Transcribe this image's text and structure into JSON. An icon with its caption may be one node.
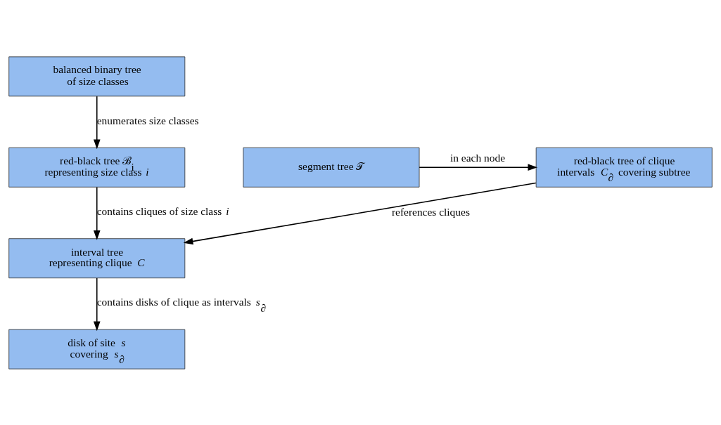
{
  "diagram": {
    "nodes": [
      {
        "text": [
          "balanced binary tree of size classes"
        ]
      },
      {
        "text": [
          "red-black tree ℬ$_{i}$ representing size class *i*"
        ]
      },
      {
        "text": [
          "interval tree representing clique *C*"
        ]
      },
      {
        "text": [
          "disk of site *s* covering *s*$_{∂}$"
        ]
      },
      {
        "text": [
          "segment tree 𝒯"
        ]
      },
      {
        "text": [
          "red-black tree of clique intervals *C*$_{∂}$ covering subtree"
        ]
      }
    ],
    "edges": [
      {
        "from": 0,
        "to": 1,
        "arrow": "to",
        "label": "enumerates size classes"
      },
      {
        "from": 1,
        "to": 2,
        "arrow": "to",
        "label": "contains cliques of size class *i*"
      },
      {
        "from": 2,
        "to": 3,
        "arrow": "to",
        "label": "contains disks of clique as intervals *s*$_{∂}$"
      },
      {
        "from": 4,
        "to": 5,
        "arrow": "to",
        "label": "in each node"
      },
      {
        "from": 5,
        "to": 2,
        "arrow": "to",
        "label": "references cliques"
      }
    ]
  }
}
